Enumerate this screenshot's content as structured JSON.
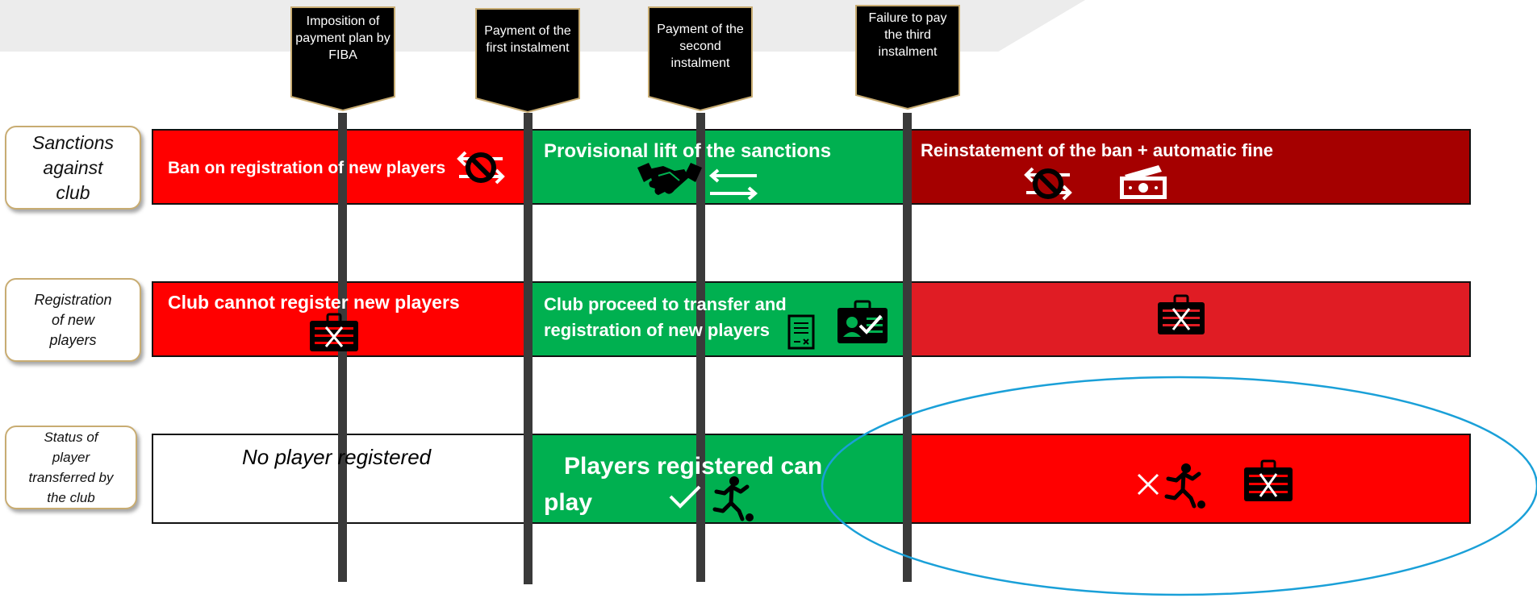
{
  "milestones": [
    "Imposition of payment plan by FIBA",
    "Payment of the first instalment",
    "Payment of the second instalment",
    "Failure to pay the third instalment"
  ],
  "rows": {
    "sanctions": {
      "label": "Sanctions against club",
      "phase1": "Ban on registration of new players",
      "phase2": "Provisional lift of the sanctions",
      "phase3": "Reinstatement of the ban + automatic fine"
    },
    "registration": {
      "label": "Registration of new players",
      "phase1": "Club cannot register new players",
      "phase2": "Club proceed to transfer and registration of new players",
      "phase3": ""
    },
    "status": {
      "label": "Status of player transferred by the club",
      "phase1": "No player registered",
      "phase2": "Players registered can play",
      "phase3": ""
    }
  },
  "colors": {
    "red": "#ff0000",
    "green": "#00b050",
    "dark_red": "#a50000",
    "medium_red": "#e01c24",
    "ellipse_blue": "#1aa0d8",
    "milestone_border": "#c8ac72"
  },
  "icons": [
    "no-transfer-icon",
    "handshake-icon",
    "transfer-arrows-icon",
    "money-icon",
    "id-card-crossed-icon",
    "contract-icon",
    "id-card-check-icon",
    "checkmark-icon",
    "player-kick-icon",
    "cross-icon"
  ]
}
